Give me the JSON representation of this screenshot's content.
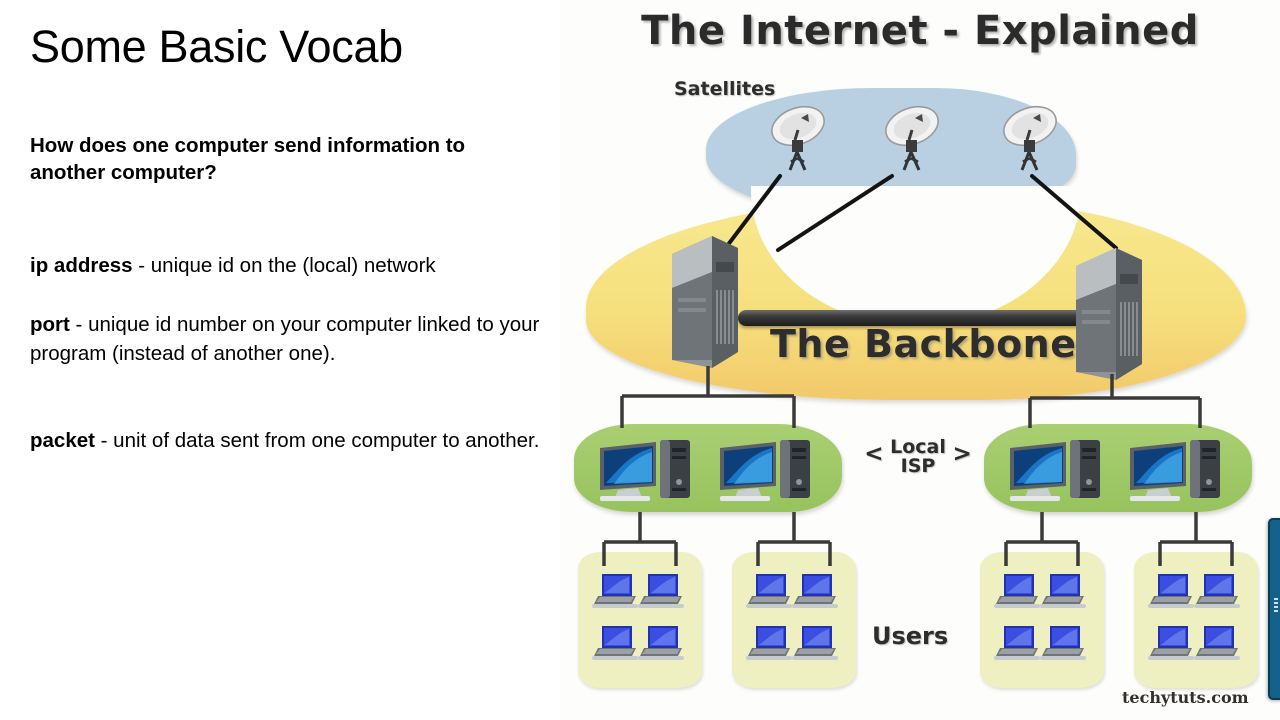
{
  "slide": {
    "title": "Some Basic Vocab",
    "question": "How does one computer send information to another computer?",
    "vocab": [
      {
        "term": "ip address",
        "definition": " - unique id on the (local) network"
      },
      {
        "term": "port",
        "definition": " - unique id number on your computer linked to your program (instead of another one)."
      },
      {
        "term": "packet",
        "definition": " - unit of data sent from one computer to another."
      }
    ]
  },
  "diagram": {
    "title": "The Internet - Explained",
    "watermark": "techytuts.com",
    "labels": {
      "satellites": "Satellites",
      "backbone": "The Backbone",
      "isp_bracket_left": "<",
      "isp_line1": "Local",
      "isp_line2": "ISP",
      "isp_bracket_right": ">",
      "users": "Users"
    },
    "colors": {
      "satellite_zone": "#b8d0e2",
      "backbone_zone": "#f6e07d",
      "isp_zone": "#97c35e",
      "users_zone": "#eef0c1",
      "backbone_bar": "#1c1c1c",
      "connector": "#3a3a3a",
      "title_text": "#2b2b2b"
    },
    "counts": {
      "satellites": 3,
      "backbone_servers": 2,
      "isp_zones": 2,
      "isp_computers_per_zone": 2,
      "user_zones": 4,
      "laptops_per_user_zone": 4
    }
  },
  "overlay": {
    "panel_color": "#14628c"
  }
}
